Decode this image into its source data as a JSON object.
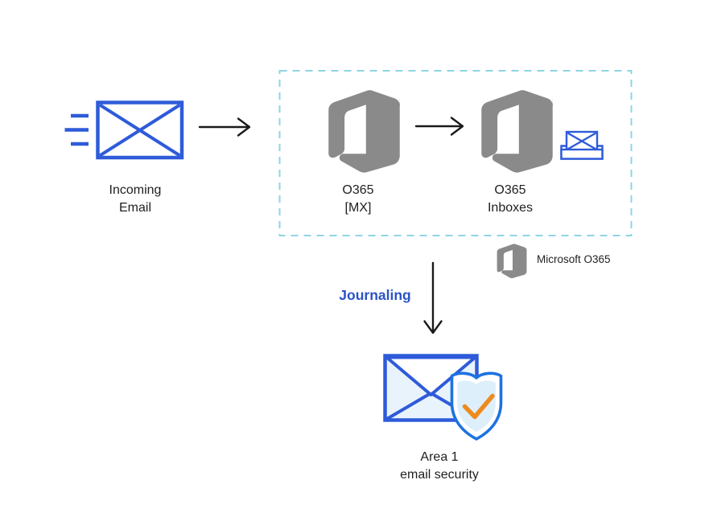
{
  "nodes": {
    "incoming_email": {
      "line1": "Incoming",
      "line2": "Email"
    },
    "o365_mx": {
      "line1": "O365",
      "line2": "[MX]"
    },
    "o365_inboxes": {
      "line1": "O365",
      "line2": "Inboxes"
    },
    "area1": {
      "line1": "Area 1",
      "line2": "email security"
    }
  },
  "labels": {
    "journaling": "Journaling",
    "legend": "Microsoft O365"
  },
  "icons": {
    "incoming_email": "envelope-with-speed-lines",
    "o365_mx": "office365-logo",
    "o365_inboxes": "office365-logo-with-inbox-tray",
    "legend": "office365-logo-small",
    "area1": "envelope-with-shield-checkmark",
    "connectors": [
      "arrow-right",
      "arrow-right",
      "arrow-down"
    ],
    "boundary": "dashed-rectangle"
  },
  "colors": {
    "icon_blue": "#2e5bd9",
    "envelope_fill": "#e9f3fc",
    "shield_blue": "#1d73e0",
    "shield_fill": "#ddeffa",
    "check_orange": "#ef8a1e",
    "office_gray": "#8a8a8a",
    "dashed_border": "#8ed5e3",
    "journaling_blue": "#2b53c6",
    "arrow_black": "#1a1a1a",
    "text_black": "#1f1f1f"
  }
}
